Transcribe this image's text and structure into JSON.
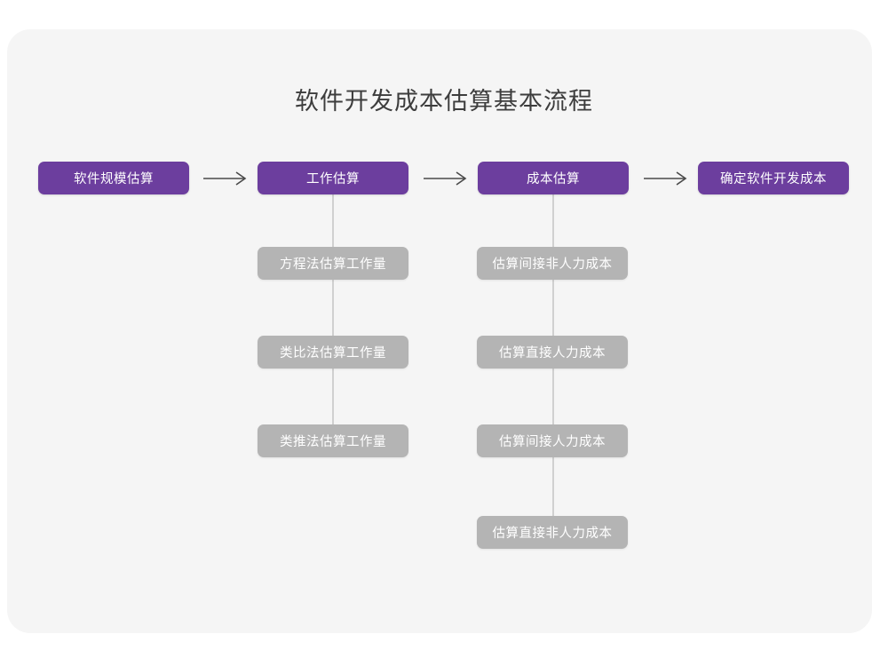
{
  "page": {
    "title": "软件开发成本估算基本流程",
    "background_color": "#ffffff",
    "card_color": "#f5f5f5"
  },
  "colors": {
    "stage": "#6c3e9e",
    "substep": "#b4b4b4",
    "connector": "#d0d0d0",
    "arrow": "#4a4a4a",
    "title_text": "#3d3d3d",
    "node_text": "#ffffff"
  },
  "diagram": {
    "type": "flowchart",
    "stages": [
      {
        "id": "stage-1",
        "label": "软件规模估算",
        "substeps": []
      },
      {
        "id": "stage-2",
        "label": "工作估算",
        "substeps": [
          {
            "id": "sub-2-1",
            "label": "方程法估算工作量"
          },
          {
            "id": "sub-2-2",
            "label": "类比法估算工作量"
          },
          {
            "id": "sub-2-3",
            "label": "类推法估算工作量"
          }
        ]
      },
      {
        "id": "stage-3",
        "label": "成本估算",
        "substeps": [
          {
            "id": "sub-3-1",
            "label": "估算间接非人力成本"
          },
          {
            "id": "sub-3-2",
            "label": "估算直接人力成本"
          },
          {
            "id": "sub-3-3",
            "label": "估算间接人力成本"
          },
          {
            "id": "sub-3-4",
            "label": "估算直接非人力成本"
          }
        ]
      },
      {
        "id": "stage-4",
        "label": "确定软件开发成本",
        "substeps": []
      }
    ],
    "arrows": [
      {
        "id": "arrow-1",
        "glyph": "→",
        "from": "stage-1",
        "to": "stage-2"
      },
      {
        "id": "arrow-2",
        "glyph": "→",
        "from": "stage-2",
        "to": "stage-3"
      },
      {
        "id": "arrow-3",
        "glyph": "→",
        "from": "stage-3",
        "to": "stage-4"
      }
    ]
  }
}
